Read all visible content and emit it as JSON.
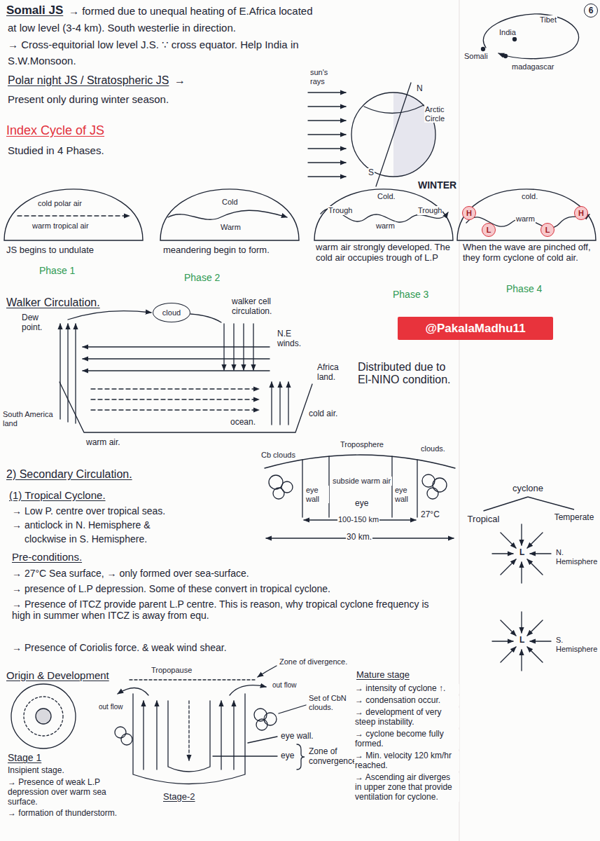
{
  "diagram": {
    "nodes": [
      {
        "text": [
          "6"
        ]
      },
      {
        "text": [
          "cold polar air",
          "warm tropical air"
        ]
      },
      {
        "text": [
          "Cold",
          "Warm"
        ]
      },
      {
        "text": [
          "Cold.",
          "Trough",
          "warm",
          "Trough"
        ]
      },
      {
        "text": [
          "cold.",
          "warm"
        ]
      },
      {
        "text": [
          "H"
        ],
        "in": 4
      },
      {
        "text": [
          "L"
        ],
        "in": 4
      },
      {
        "text": [
          "L"
        ],
        "in": 4
      },
      {
        "text": [
          "H"
        ],
        "in": 4
      },
      {
        "text": [
          "cloud"
        ]
      },
      {
        "text": [
          "@PakalaMadhu11"
        ]
      },
      {
        "text": [
          "cyclone"
        ]
      },
      {
        "text": [
          "Tropical"
        ]
      },
      {
        "text": [
          "Temperate"
        ]
      }
    ],
    "edges": [
      {
        "from": 11,
        "to": 12,
        "arrow": "none"
      },
      {
        "from": 11,
        "to": 13,
        "arrow": "none"
      }
    ],
    "labels": [
      "Somali JS",
      "→ formed due to unequal heating of E.Africa located",
      "at low level (3-4 km). South westerlie in direction.",
      "→ Cross-equitorial low level J.S. ∵ cross equator. Help India in",
      "S.W.Monsoon.",
      "Polar night JS / Stratospheric JS",
      "→",
      "Present only during winter season.",
      "Index Cycle of JS",
      "Studied in 4 Phases.",
      "Tibet",
      "India",
      "Somali",
      "madagascar",
      "sun's rays",
      "N",
      "S",
      "Arctic Circle",
      "WINTER",
      "JS begins to undulate",
      "Phase 1",
      "meandering begin to form.",
      "Phase 2",
      "warm air strongly developed. The cold air occupies trough of L.P",
      "Phase 3",
      "When the wave are pinched off, they form cyclone of cold air.",
      "Phase 4",
      "Walker Circulation.",
      "Dew point.",
      "walker cell circulation.",
      "N.E winds.",
      "Distributed due to El-NINO condition.",
      "Africa land.",
      "South America land",
      "ocean.",
      "cold air.",
      "warm air.",
      "2) Secondary Circulation.",
      "(1) Tropical Cyclone.",
      "→ Low P. centre over tropical seas.",
      "→ anticlock in N. Hemisphere &",
      "clockwise in S. Hemisphere.",
      "Pre-conditions.",
      "→ 27°C Sea surface, → only formed over sea-surface.",
      "→ presence of L.P depression. Some of these convert in tropical cyclone.",
      "→ Presence of ITCZ provide parent L.P centre. This is reason, why tropical cyclone frequency is high in summer when ITCZ is away from equ.",
      "→ Presence of Coriolis force. & weak wind shear.",
      "Troposphere",
      "clouds.",
      "Cb clouds",
      "eye wall",
      "subside warm air",
      "eye",
      "eye wall",
      "100-150 km",
      "27°C",
      "30 km.",
      "N. Hemisphere",
      "L",
      "S. Hemisphere",
      "L",
      "Origin & Development",
      "Tropopause",
      "Zone of divergence.",
      "out flow",
      "out flow",
      "Set of CbN clouds.",
      "eye wall.",
      "eye",
      "Zone of convergence.",
      "Stage 1",
      "Insipient stage.",
      "→ Presence of weak L.P depression over warm sea surface.",
      "→ formation of thunderstorm.",
      "Stage-2",
      "Mature stage",
      "→ intensity of cyclone ↑.",
      "→ condensation occur.",
      "→ development of very steep instability.",
      "→ cyclone become fully formed.",
      "→ Min. velocity 120 km/hr reached.",
      "→ Ascending air diverges in upper zone that provide ventilation for cyclone."
    ]
  }
}
